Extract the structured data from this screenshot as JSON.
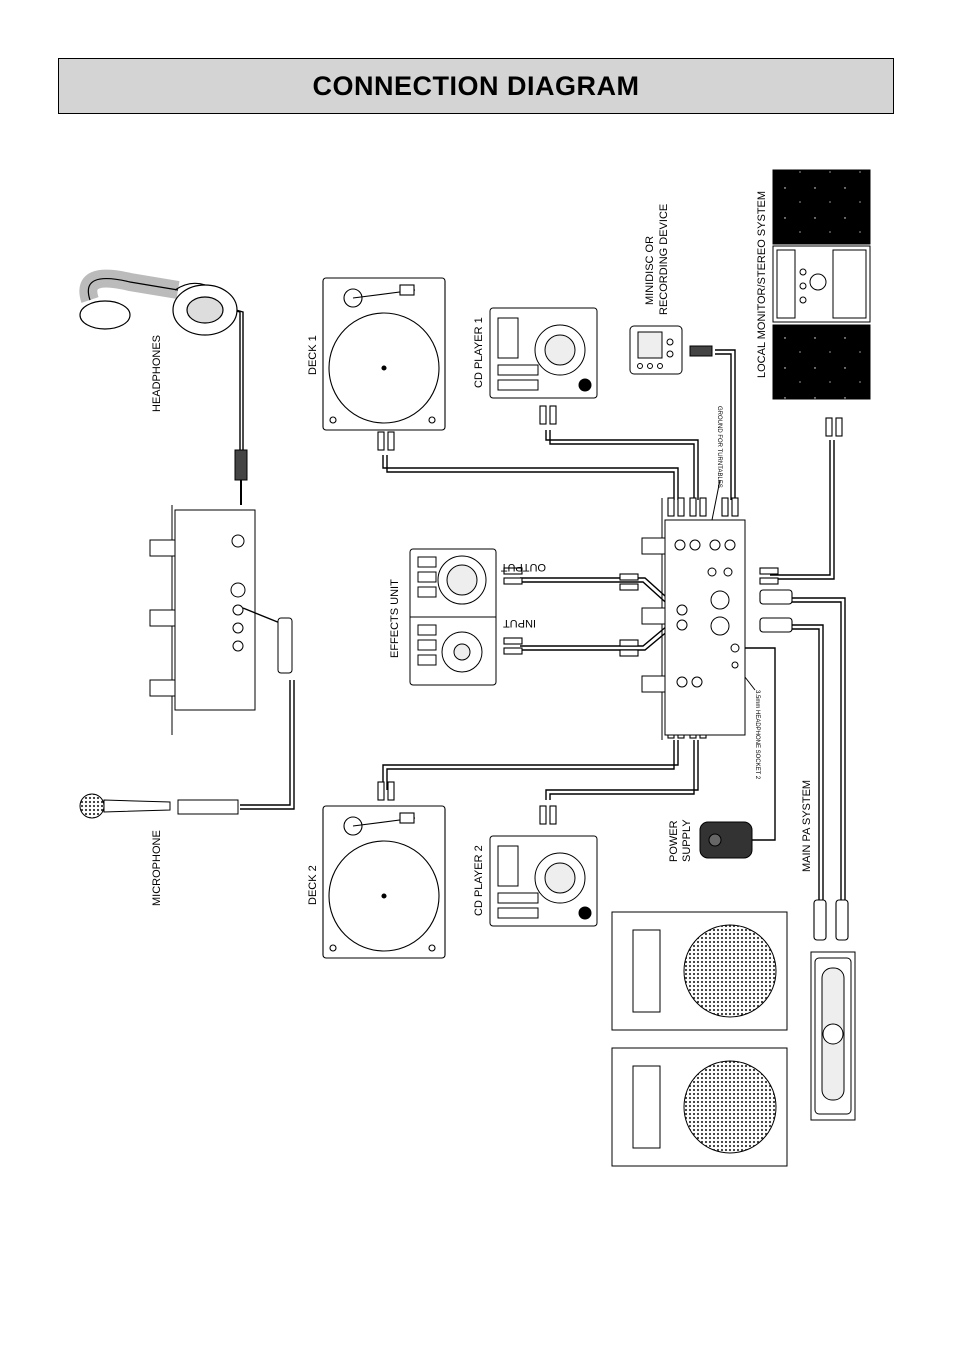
{
  "title": "CONNECTION DIAGRAM",
  "labels": {
    "headphones": "HEADPHONES",
    "deck1": "DECK 1",
    "cd_player1": "CD PLAYER 1",
    "minidisc_line1": "MINIDISC OR",
    "minidisc_line2": "RECORDING DEVICE",
    "local_monitor": "LOCAL MONITOR/STEREO SYSTEM",
    "effects_unit": "EFFECTS UNIT",
    "output": "OUTPUT",
    "input": "INPUT",
    "ground": "GROUND FOR TURNTABLES",
    "headphone_socket": "3.5mm HEADPHONE SOCKET 2",
    "microphone": "MICROPHONE",
    "deck2": "DECK 2",
    "cd_player2": "CD PLAYER 2",
    "power_line1": "POWER",
    "power_line2": "SUPPLY",
    "main_pa": "MAIN PA SYSTEM"
  }
}
